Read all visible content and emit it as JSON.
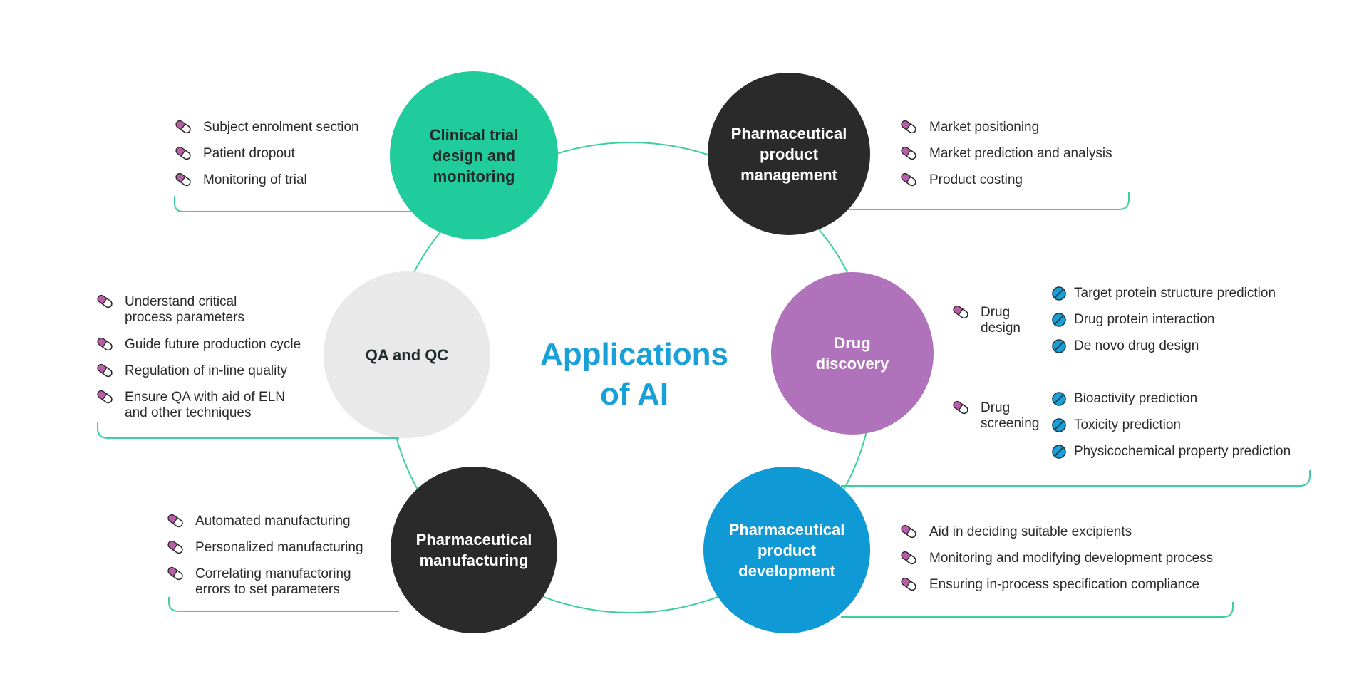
{
  "colors": {
    "connector": "#3fcf9a",
    "green": "#21cc9c",
    "black": "#2a2a2a",
    "purple": "#b073bb",
    "gray": "#e9e9e9",
    "blue": "#0f9ad6",
    "title": "#1aa0d8",
    "pill": "#b85ea6"
  },
  "center": {
    "line1": "Applications",
    "line2": "of AI"
  },
  "circles": [
    {
      "id": "clinical",
      "lines": [
        "Clinical trial",
        "design and",
        "monitoring"
      ]
    },
    {
      "id": "management",
      "lines": [
        "Pharmaceutical",
        "product",
        "management"
      ]
    },
    {
      "id": "qa",
      "lines": [
        "QA and QC"
      ]
    },
    {
      "id": "discovery",
      "lines": [
        "Drug",
        "discovery"
      ]
    },
    {
      "id": "manufacturing",
      "lines": [
        "Pharmaceutical",
        "manufacturing"
      ]
    },
    {
      "id": "development",
      "lines": [
        "Pharmaceutical",
        "product",
        "development"
      ]
    }
  ],
  "clinical_items": [
    "Subject enrolment section",
    "Patient dropout",
    "Monitoring of trial"
  ],
  "management_items": [
    "Market positioning",
    "Market prediction and analysis",
    "Product costing"
  ],
  "qa_items": [
    [
      "Understand critical",
      "process parameters"
    ],
    [
      "Guide future production cycle"
    ],
    [
      "Regulation of in-line quality"
    ],
    [
      "Ensure QA with aid of ELN",
      "and other techniques"
    ]
  ],
  "discovery": {
    "design_label": [
      "Drug",
      "design"
    ],
    "design_items": [
      "Target protein structure prediction",
      "Drug protein interaction",
      "De novo drug design"
    ],
    "screening_label": [
      "Drug",
      "screening"
    ],
    "screening_items": [
      "Bioactivity prediction",
      "Toxicity prediction",
      "Physicochemical property prediction"
    ]
  },
  "manufacturing_items": [
    [
      "Automated manufacturing"
    ],
    [
      "Personalized manufacturing"
    ],
    [
      "Correlating manufactoring",
      "errors to set parameters"
    ]
  ],
  "development_items": [
    "Aid in deciding suitable excipients",
    "Monitoring and modifying development process",
    "Ensuring in-process specification compliance"
  ]
}
